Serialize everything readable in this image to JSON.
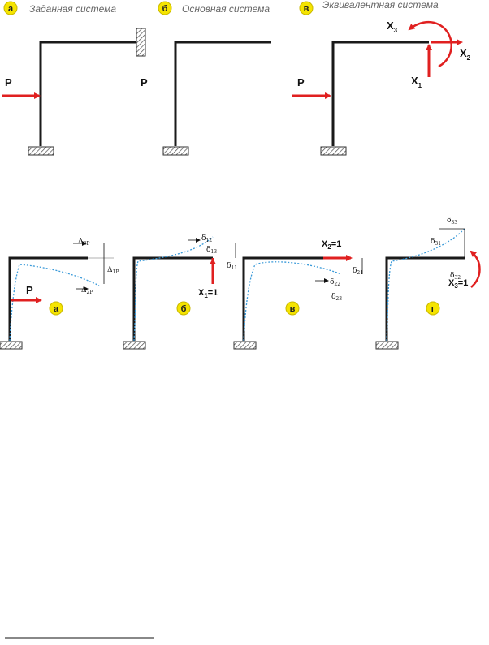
{
  "top_panels": [
    {
      "badge": "а",
      "caption": "Заданная система"
    },
    {
      "badge": "б",
      "caption": "Основная система"
    },
    {
      "badge": "в",
      "caption": "Эквивалентная система"
    }
  ],
  "loads": {
    "P": "P",
    "X": "X",
    "X1_sub": "1",
    "X2_sub": "2",
    "X3_sub": "3",
    "unit": "=1"
  },
  "bottom_badges": [
    "а",
    "б",
    "в",
    "г"
  ],
  "deltas": {
    "d1p": {
      "sym": "Δ",
      "sub": "1P"
    },
    "d3p": {
      "sym": "Δ",
      "sub": "3P"
    },
    "d2p": {
      "sym": "Δ",
      "sub": "2P"
    },
    "d12": {
      "sym": "δ",
      "sub": "12"
    },
    "d13": {
      "sym": "δ",
      "sub": "13"
    },
    "d11": {
      "sym": "δ",
      "sub": "11"
    },
    "d21": {
      "sym": "δ",
      "sub": "21"
    },
    "d22": {
      "sym": "δ",
      "sub": "22"
    },
    "d23": {
      "sym": "δ",
      "sub": "23"
    },
    "d33": {
      "sym": "δ",
      "sub": "33"
    },
    "d31": {
      "sym": "δ",
      "sub": "31"
    },
    "d32": {
      "sym": "δ",
      "sub": "32"
    }
  },
  "colors": {
    "frame": "#1a1a1a",
    "load": "#e02020",
    "deflection": "#3a9ad9",
    "badge": "#f5e400",
    "hatch": "#555555"
  }
}
